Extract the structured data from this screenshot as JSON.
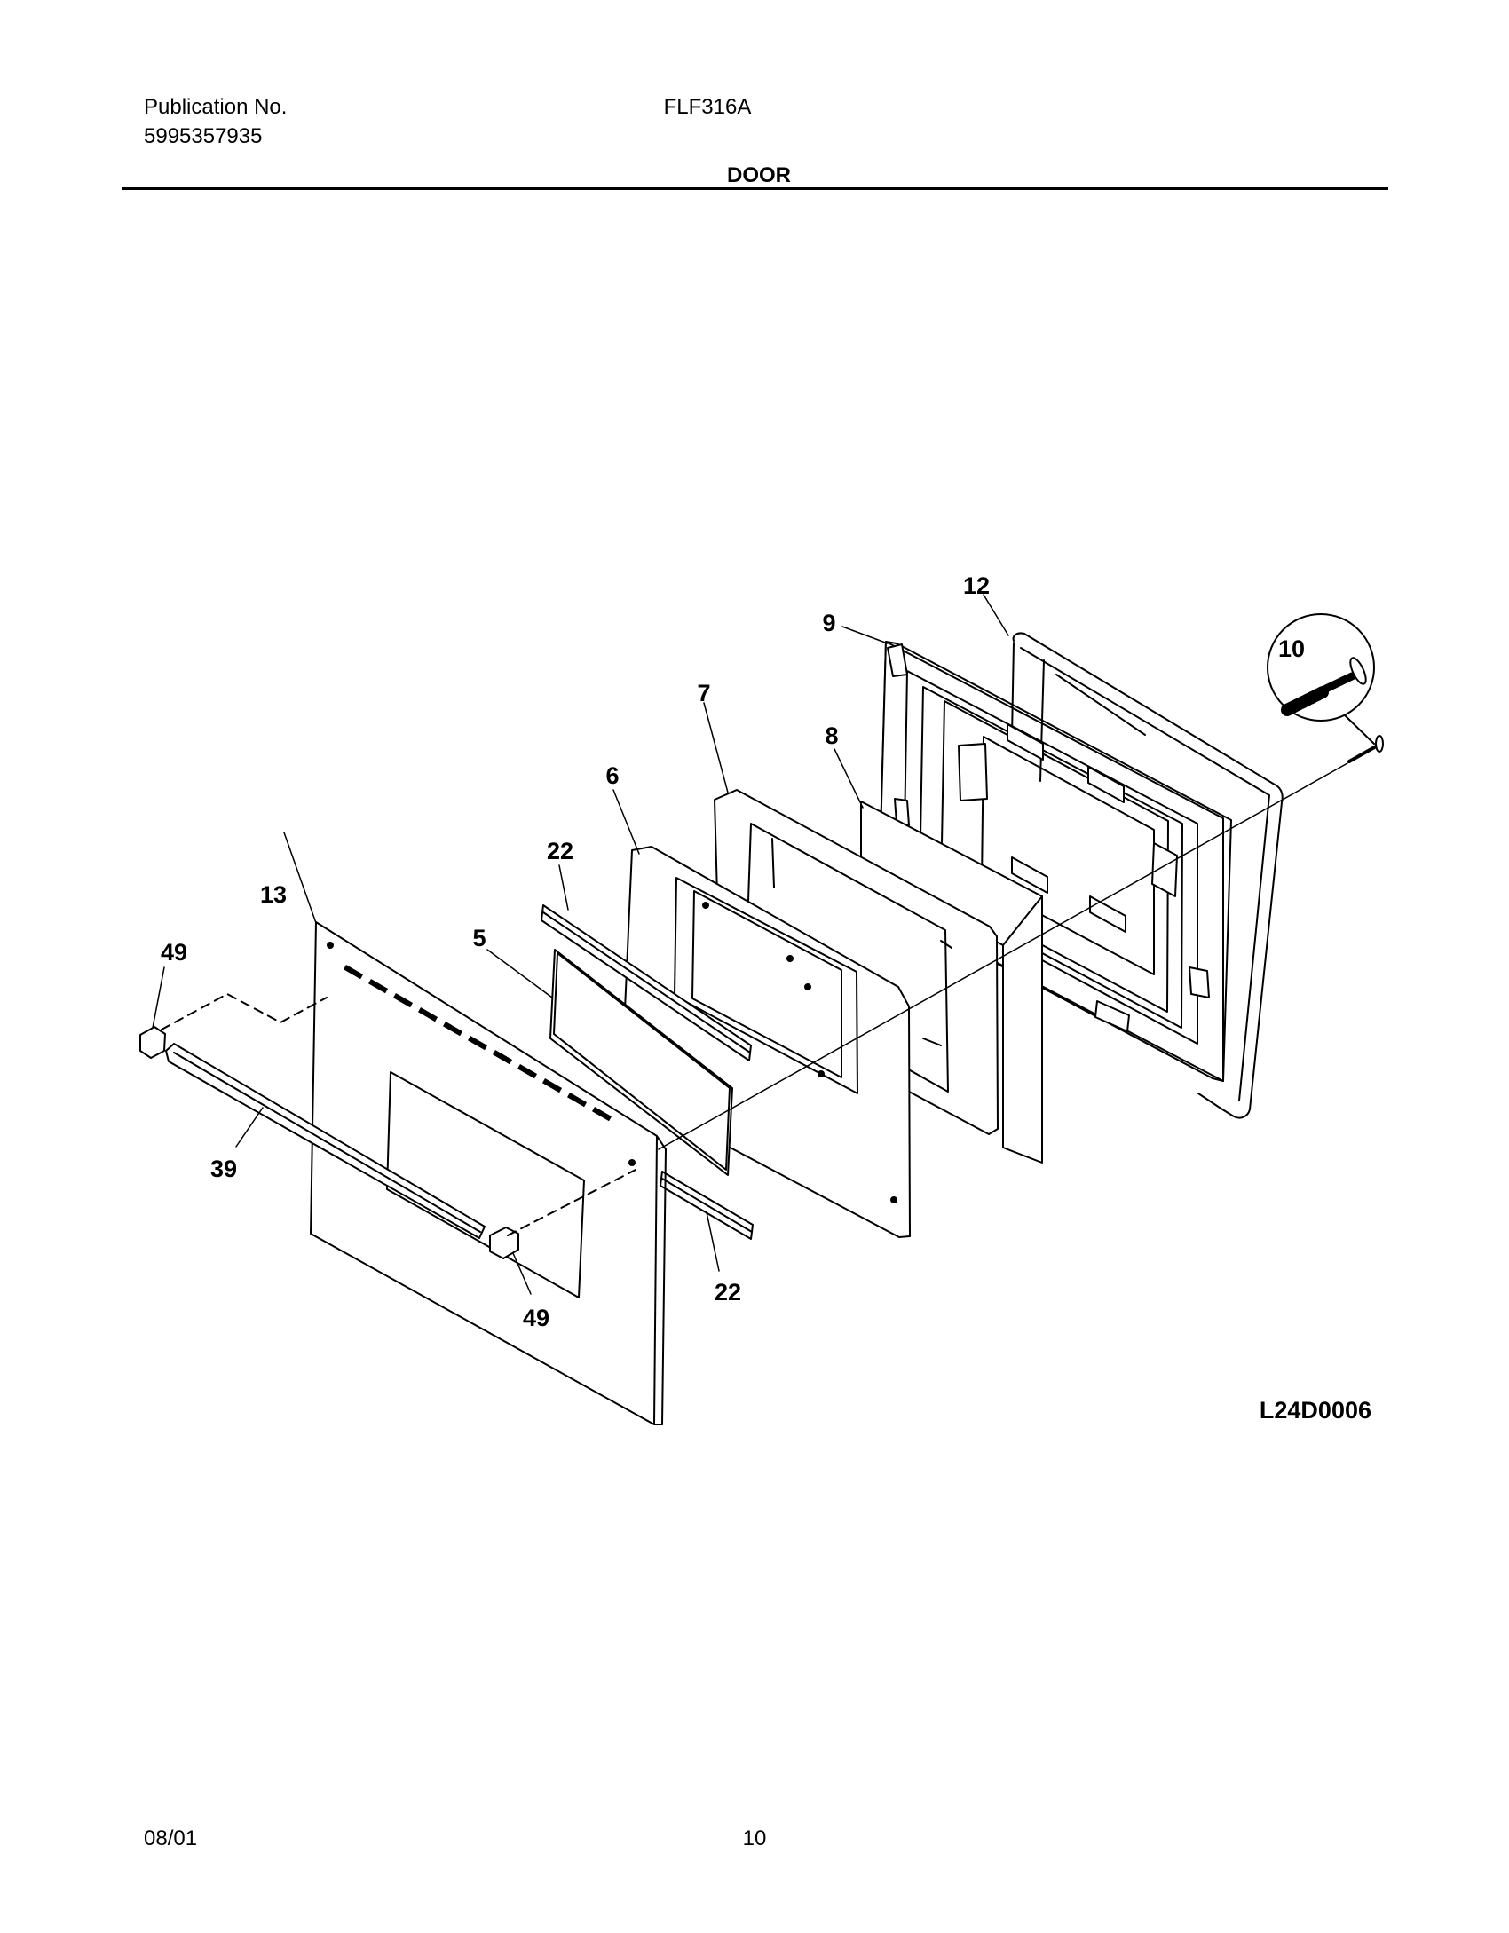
{
  "header": {
    "publication_label": "Publication No.",
    "publication_number": "5995357935",
    "model": "FLF316A",
    "section_title": "DOOR"
  },
  "diagram": {
    "callouts": [
      "12",
      "9",
      "10",
      "7",
      "8",
      "6",
      "22",
      "13",
      "49",
      "5",
      "39",
      "49",
      "22"
    ],
    "drawing_code": "L24D0006"
  },
  "footer": {
    "date": "08/01",
    "page": "10"
  }
}
